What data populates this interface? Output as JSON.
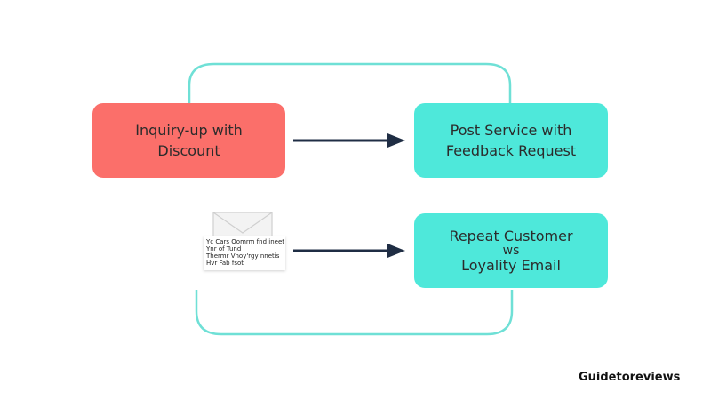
{
  "diagram": {
    "nodes": {
      "inquiry": {
        "line1": "Inquiry-up with",
        "line2": "Discount"
      },
      "post_service": {
        "line1": "Post Service with",
        "line2": "Feedback Request"
      },
      "repeat_customer": {
        "line1": "Repeat Customer",
        "line2": "ws",
        "line3": "Loyality Email"
      }
    },
    "email_note": {
      "line1": "Yc Cars  Oomrm fnd ineet",
      "line2": "Ynr of Tund",
      "line3": "Thermr Vnoy'rgy nnetis",
      "line4": "Hvr Fab fsot"
    }
  },
  "colors": {
    "red_node": "#fb6f6a",
    "teal_node": "#4ee8da",
    "connector_teal": "#6fe0d6",
    "arrow": "#1f2d44"
  },
  "icons": [
    "envelope-icon",
    "arrow-right-icon"
  ],
  "watermark": {
    "text": "Guidetoreviews"
  }
}
